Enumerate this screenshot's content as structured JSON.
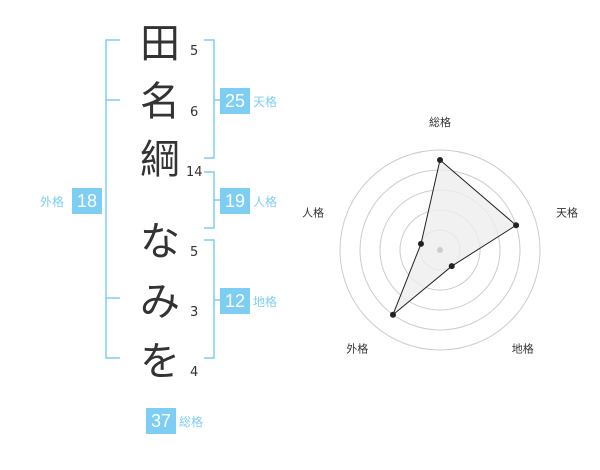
{
  "name": {
    "characters": [
      {
        "char": "田",
        "strokes": "5"
      },
      {
        "char": "名",
        "strokes": "6"
      },
      {
        "char": "綱",
        "strokes": "14"
      },
      {
        "char": "な",
        "strokes": "5"
      },
      {
        "char": "み",
        "strokes": "3"
      },
      {
        "char": "を",
        "strokes": "4"
      }
    ]
  },
  "fortunes": {
    "tenkaku": {
      "value": "25",
      "label": "天格"
    },
    "jinkaku": {
      "value": "19",
      "label": "人格"
    },
    "chikaku": {
      "value": "12",
      "label": "地格"
    },
    "gaikaku": {
      "value": "18",
      "label": "外格"
    },
    "soukaku": {
      "value": "37",
      "label": "総格"
    }
  },
  "chart_data": {
    "type": "radar",
    "axes": [
      "総格",
      "天格",
      "地格",
      "外格",
      "人格"
    ],
    "values": [
      4.5,
      4,
      1,
      4,
      1
    ],
    "max": 5,
    "rings": 5
  },
  "colors": {
    "accent": "#7ecef4",
    "text": "#333333",
    "grid": "#cccccc",
    "fill": "#eeeeee"
  }
}
